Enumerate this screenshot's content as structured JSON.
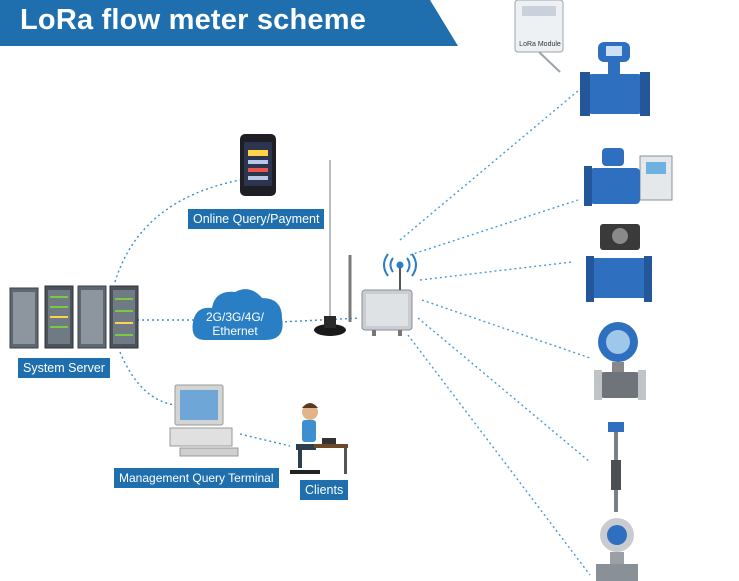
{
  "title": "LoRa flow meter scheme",
  "labels": {
    "online_query": "Online Query/Payment",
    "system_server": "System Server",
    "management_terminal": "Management Query Terminal",
    "clients": "Clients",
    "cloud_line1": "2G/3G/4G/",
    "cloud_line2": "Ethernet",
    "lora_module": "LoRa Module"
  },
  "colors": {
    "banner": "#1f6fae",
    "label_bg": "#1f6fae",
    "cloud": "#2a7fc4",
    "dashed_link": "#3d8fcf",
    "meter_body": "#2f6fc0"
  },
  "icons": [
    "server-rack-icon",
    "smartphone-icon",
    "cloud-icon",
    "gateway-icon",
    "antenna-icon",
    "computer-icon",
    "person-at-desk-icon",
    "flow-meter-icon",
    "lora-module-icon"
  ]
}
